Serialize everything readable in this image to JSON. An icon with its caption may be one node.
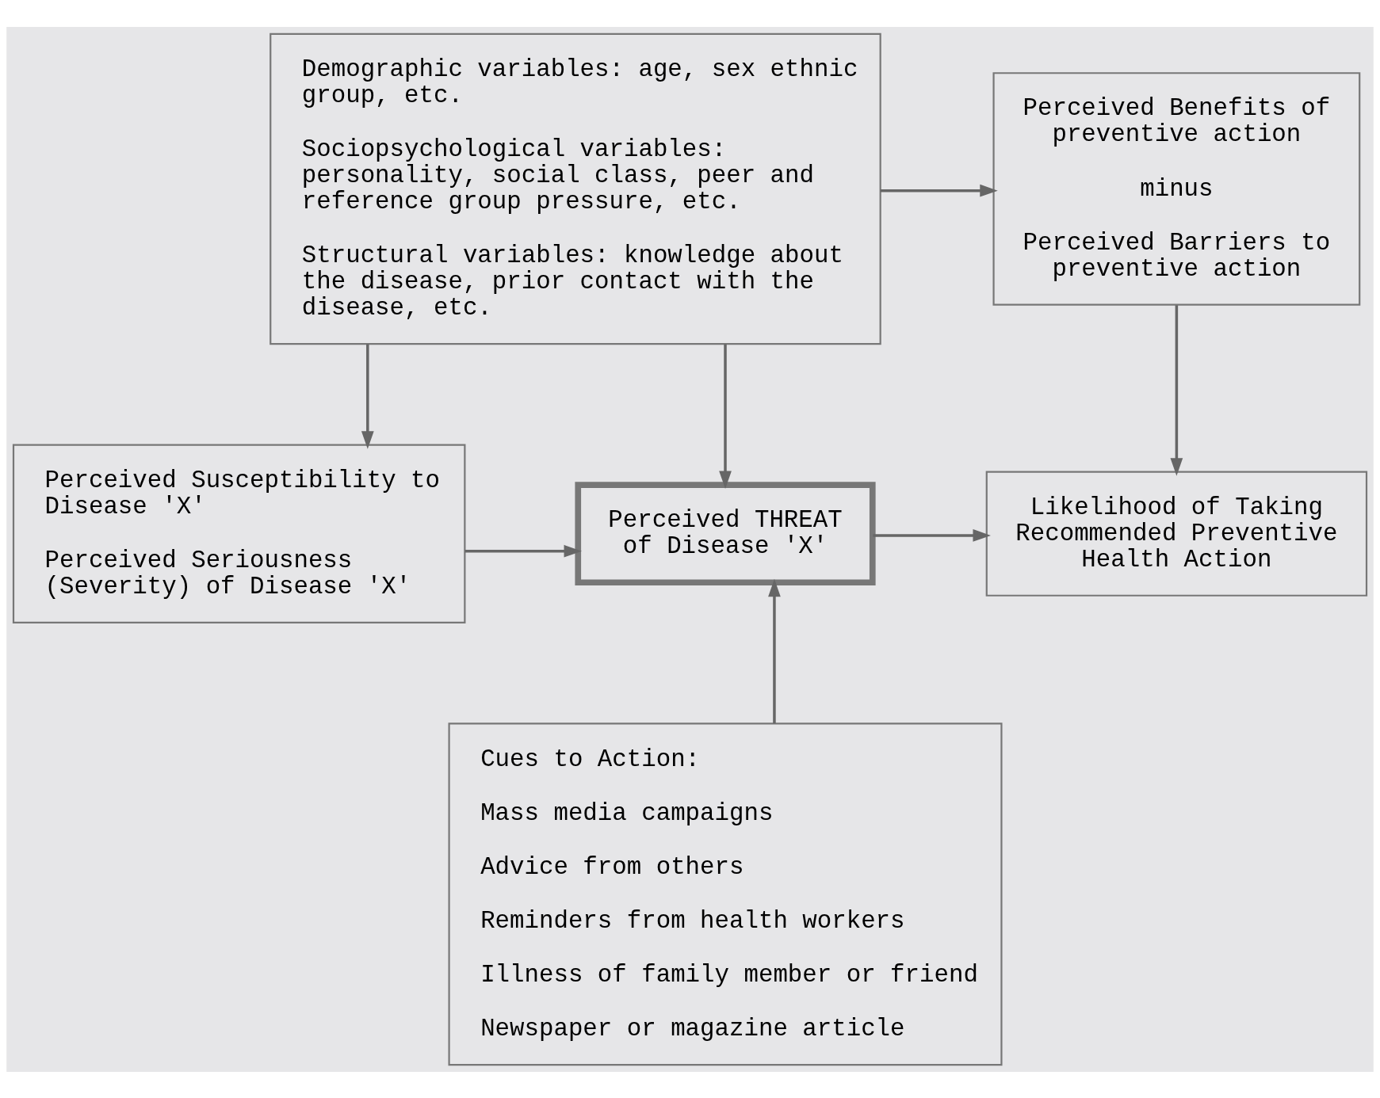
{
  "diagram": {
    "nodes": [
      {
        "text": [
          "Demographic variables: age, sex ethnic group, etc.",
          "Sociopsychological variables: personality, social class, peer and reference group pressure, etc.",
          "Structural variables: knowledge about the disease, prior contact with the disease, etc."
        ]
      },
      {
        "text": [
          "Perceived Benefits of preventive action",
          "minus",
          "Perceived Barriers to preventive action"
        ]
      },
      {
        "text": [
          "Perceived Susceptibility to Disease 'X'",
          "Perceived Seriousness (Severity) of Disease 'X'"
        ]
      },
      {
        "text": [
          "Perceived THREAT of Disease 'X'"
        ]
      },
      {
        "text": [
          "Likelihood of Taking Recommended Preventive Health Action"
        ]
      },
      {
        "text": [
          "Cues to Action:",
          "Mass media campaigns",
          "Advice from others",
          "Reminders from health workers",
          "Illness of family member or friend",
          "Newspaper or magazine article"
        ]
      }
    ],
    "edges": [
      {
        "from": 0,
        "to": 2,
        "arrow": "to"
      },
      {
        "from": 0,
        "to": 3,
        "arrow": "to"
      },
      {
        "from": 0,
        "to": 1,
        "arrow": "to"
      },
      {
        "from": 1,
        "to": 4,
        "arrow": "to"
      },
      {
        "from": 2,
        "to": 3,
        "arrow": "to"
      },
      {
        "from": 3,
        "to": 4,
        "arrow": "to"
      },
      {
        "from": 5,
        "to": 3,
        "arrow": "to"
      }
    ]
  }
}
